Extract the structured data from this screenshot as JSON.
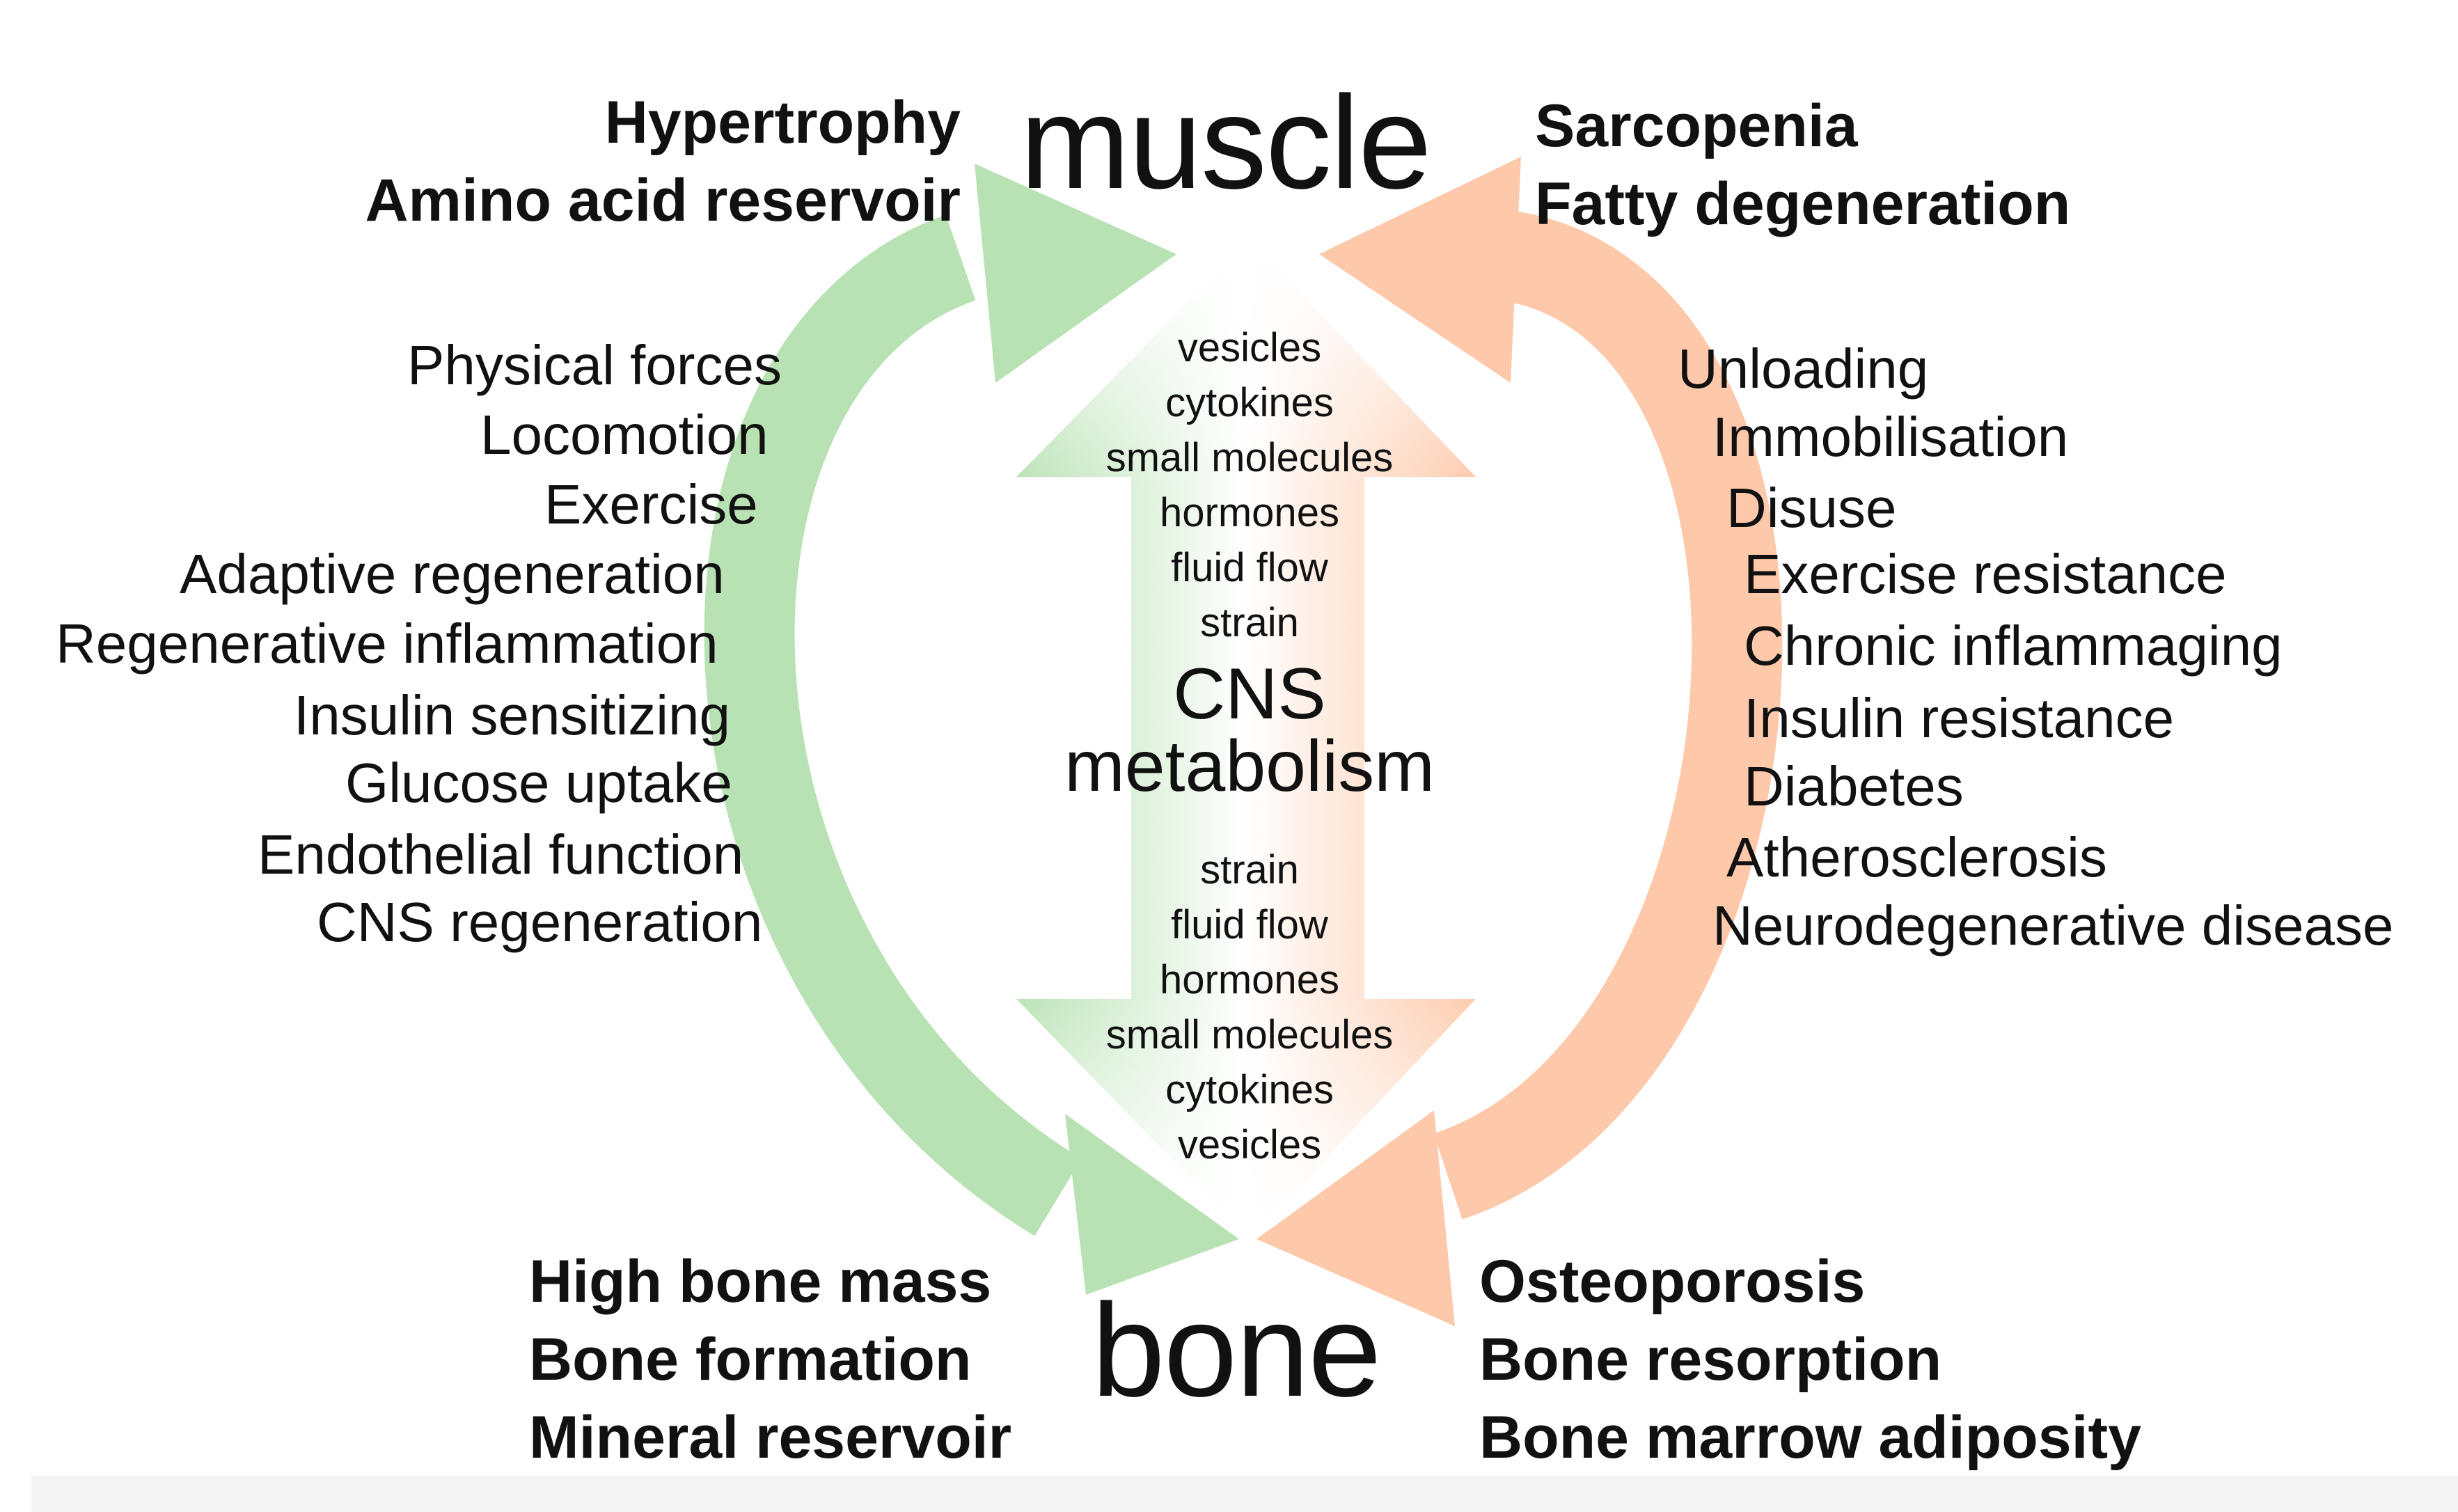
{
  "nodes": {
    "top": "muscle",
    "bottom": "bone",
    "center": [
      "CNS",
      "metabolism"
    ]
  },
  "outcomes": {
    "muscle_positive": [
      "Hypertrophy",
      "Amino acid reservoir"
    ],
    "muscle_negative": [
      "Sarcopenia",
      "Fatty degeneration"
    ],
    "bone_positive": [
      "High bone mass",
      "Bone formation",
      "Mineral reservoir"
    ],
    "bone_negative": [
      "Osteoporosis",
      "Bone resorption",
      "Bone marrow adiposity"
    ]
  },
  "factors": {
    "positive": [
      "Physical forces",
      "Locomotion",
      "Exercise",
      "Adaptive regeneration",
      "Regenerative inflammation",
      "Insulin sensitizing",
      "Glucose uptake",
      "Endothelial function",
      "CNS regeneration"
    ],
    "negative": [
      "Unloading",
      "Immobilisation",
      "Disuse",
      "Exercise resistance",
      "Chronic inflammaging",
      "Insulin resistance",
      "Diabetes",
      "Atherosclerosis",
      "Neurodegenerative disease"
    ]
  },
  "signals": {
    "upward": [
      "vesicles",
      "cytokines",
      "small molecules",
      "hormones",
      "fluid flow",
      "strain"
    ],
    "downward": [
      "strain",
      "fluid flow",
      "hormones",
      "small molecules",
      "cytokines",
      "vesicles"
    ]
  },
  "colors": {
    "positive": "#b9e2b4",
    "negative": "#fdc9aa",
    "text": "#111111"
  }
}
